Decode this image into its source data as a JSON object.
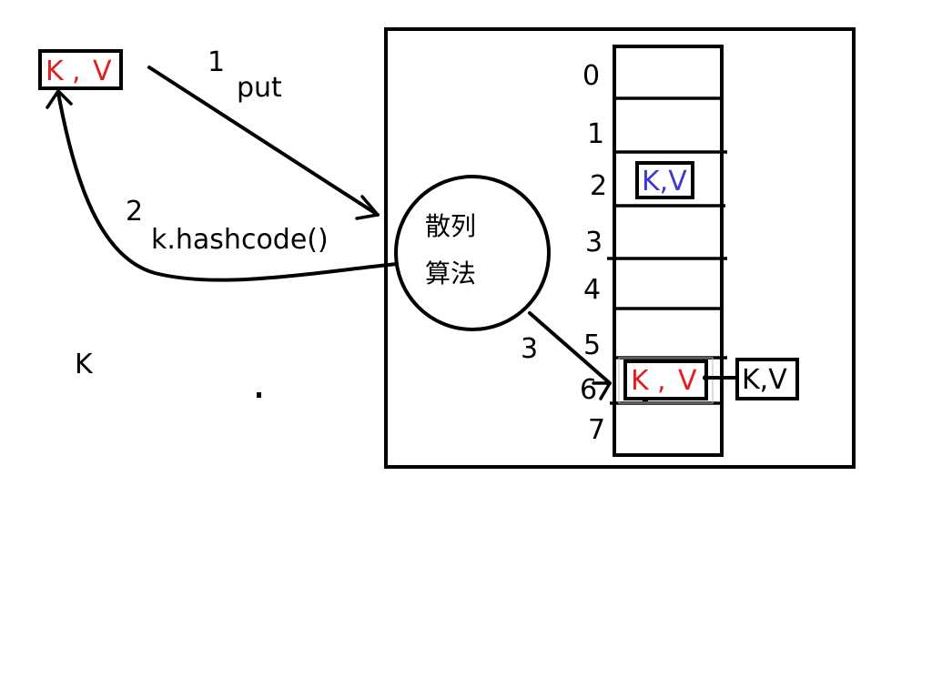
{
  "entry": {
    "key": "K",
    "sep": ",",
    "value": "V"
  },
  "steps": {
    "put": {
      "num": "1",
      "label": "put"
    },
    "hash": {
      "num": "2",
      "label": "k.hashcode()"
    },
    "index": {
      "num": "3"
    }
  },
  "hash_function": {
    "line1": "散列",
    "line2": "算法"
  },
  "table": {
    "indices": [
      "0",
      "1",
      "2",
      "3",
      "4",
      "5",
      "6",
      "7"
    ],
    "slot2_entry": "K,V",
    "slot6_entry": {
      "key": "K",
      "sep": ",",
      "value": "V"
    },
    "chained_entry": "K,V"
  },
  "stray_label": "K",
  "colors": {
    "key": "#e02020",
    "value": "#e02020",
    "stored": "#3a3ad0",
    "line": "#000000"
  }
}
